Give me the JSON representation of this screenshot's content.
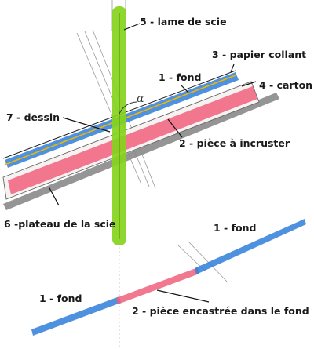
{
  "labels": {
    "saw_blade": "5 - lame de scie",
    "tape": "3 - papier collant",
    "base_top": "1 - fond",
    "cardboard": "4 - carton",
    "drawing": "7 - dessin",
    "inlay_piece": "2 - pièce à incruster",
    "saw_table": "6 -plateau de la scie",
    "base_bottom_right": "1 - fond",
    "base_bottom_left": "1 - fond",
    "inlay_embedded": "2 - pièce encastrée dans le fond",
    "angle": "α"
  },
  "colors": {
    "blade": "#86d41c",
    "base": "#2f7fd9",
    "inlay": "#f0607c",
    "tape": "#f2b400",
    "table": "#8a8a8a",
    "cardboard": "#f7f2f2",
    "ink": "#1a1a1a"
  }
}
